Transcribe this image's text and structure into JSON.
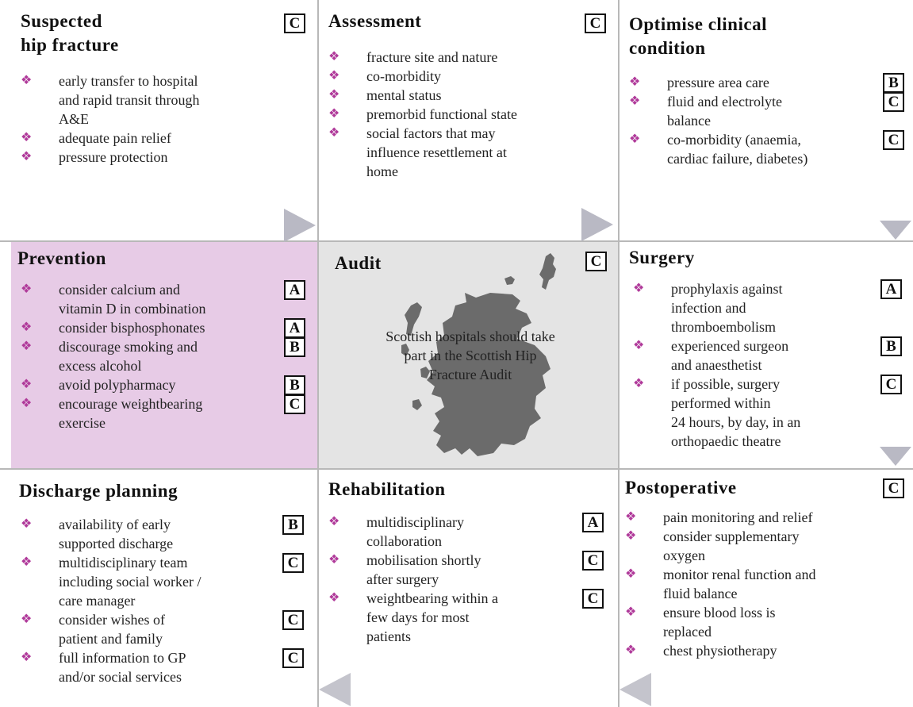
{
  "cells": {
    "suspected": {
      "title_line1": "Suspected",
      "title_line2": "hip fracture",
      "grade": "C",
      "items": [
        {
          "lines": [
            "early transfer to hospital",
            "and rapid transit through",
            "A&E"
          ]
        },
        {
          "lines": [
            "adequate pain relief"
          ]
        },
        {
          "lines": [
            "pressure protection"
          ]
        }
      ]
    },
    "assessment": {
      "title": "Assessment",
      "grade": "C",
      "items": [
        {
          "lines": [
            "fracture site and nature"
          ]
        },
        {
          "lines": [
            "co-morbidity"
          ]
        },
        {
          "lines": [
            "mental status"
          ]
        },
        {
          "lines": [
            "premorbid functional state"
          ]
        },
        {
          "lines": [
            "social factors that may",
            "influence resettlement at",
            "home"
          ]
        }
      ]
    },
    "optimise": {
      "title_line1": "Optimise clinical",
      "title_line2": "condition",
      "items": [
        {
          "lines": [
            "pressure area care"
          ],
          "grade": "B"
        },
        {
          "lines": [
            "fluid and electrolyte",
            "balance"
          ],
          "grade": "C"
        },
        {
          "lines": [
            "co-morbidity (anaemia,",
            "cardiac failure, diabetes)"
          ],
          "grade": "C"
        }
      ]
    },
    "prevention": {
      "title": "Prevention",
      "items": [
        {
          "lines": [
            "consider calcium and",
            "vitamin D in combination"
          ],
          "grade": "A"
        },
        {
          "lines": [
            "consider bisphosphonates"
          ],
          "grade": "A"
        },
        {
          "lines": [
            "discourage smoking and",
            "excess alcohol"
          ],
          "grade": "B"
        },
        {
          "lines": [
            "avoid polypharmacy"
          ],
          "grade": "B"
        },
        {
          "lines": [
            "encourage weightbearing",
            "exercise"
          ],
          "grade": "C"
        }
      ]
    },
    "audit": {
      "title": "Audit",
      "grade": "C",
      "text_line1": "Scottish hospitals should take",
      "text_line2": "part in the Scottish Hip",
      "text_line3": "Fracture Audit"
    },
    "surgery": {
      "title": "Surgery",
      "items": [
        {
          "lines": [
            "prophylaxis against",
            "infection and",
            "thromboembolism"
          ],
          "grade": "A"
        },
        {
          "lines": [
            "experienced surgeon",
            "and anaesthetist"
          ],
          "grade": "B"
        },
        {
          "lines": [
            "if possible, surgery",
            "performed within",
            "24 hours, by day, in an",
            "orthopaedic theatre"
          ],
          "grade": "C"
        }
      ]
    },
    "discharge": {
      "title": "Discharge planning",
      "items": [
        {
          "lines": [
            "availability of early",
            "supported discharge"
          ],
          "grade": "B"
        },
        {
          "lines": [
            "multidisciplinary team",
            "including social worker /",
            "care manager"
          ],
          "grade": "C"
        },
        {
          "lines": [
            "consider wishes of",
            "patient and family"
          ],
          "grade": "C"
        },
        {
          "lines": [
            "full information to GP",
            "and/or social services"
          ],
          "grade": "C"
        }
      ]
    },
    "rehabilitation": {
      "title": "Rehabilitation",
      "items": [
        {
          "lines": [
            "multidisciplinary",
            "collaboration"
          ],
          "grade": "A"
        },
        {
          "lines": [
            "mobilisation shortly",
            "after surgery"
          ],
          "grade": "C"
        },
        {
          "lines": [
            "weightbearing within a",
            "few days for most",
            "patients"
          ],
          "grade": "C"
        }
      ]
    },
    "postoperative": {
      "title": "Postoperative",
      "grade": "C",
      "items": [
        {
          "lines": [
            "pain monitoring and relief"
          ]
        },
        {
          "lines": [
            "consider supplementary",
            "oxygen"
          ]
        },
        {
          "lines": [
            "monitor renal function and",
            "fluid balance"
          ]
        },
        {
          "lines": [
            "ensure blood loss is",
            "replaced"
          ]
        },
        {
          "lines": [
            "chest physiotherapy"
          ]
        }
      ]
    }
  },
  "bullet_glyph": "❖",
  "colors": {
    "bullet": "#b03a9a",
    "prevention_bg": "#e7cbe6",
    "audit_bg": "#e4e4e4",
    "map": "#6b6b6b",
    "arrow": "#b9b9c4"
  }
}
